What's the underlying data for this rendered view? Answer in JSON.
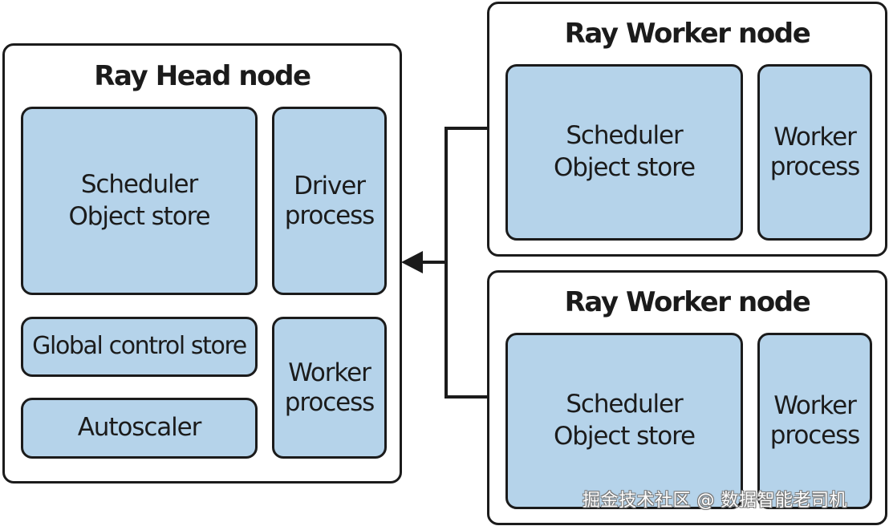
{
  "head_node": {
    "title": "Ray Head node",
    "core_box": {
      "line1": "Scheduler",
      "line2": "Object store"
    },
    "driver_box": {
      "line1": "Driver",
      "line2": "process"
    },
    "gcs_box": {
      "label": "Global control store"
    },
    "autoscaler_box": {
      "label": "Autoscaler"
    },
    "worker_box": {
      "line1": "Worker",
      "line2": "process"
    }
  },
  "worker_nodes": [
    {
      "title": "Ray Worker node",
      "core_box": {
        "line1": "Scheduler",
        "line2": "Object store"
      },
      "worker_box": {
        "line1": "Worker",
        "line2": "process"
      }
    },
    {
      "title": "Ray Worker node",
      "core_box": {
        "line1": "Scheduler",
        "line2": "Object store"
      },
      "worker_box": {
        "line1": "Worker",
        "line2": "process"
      }
    }
  ],
  "watermark": "掘金技术社区 @ 数据智能老司机",
  "colors": {
    "box_fill": "#b5d3ea",
    "stroke": "#1b1b1b",
    "background": "#ffffff"
  }
}
